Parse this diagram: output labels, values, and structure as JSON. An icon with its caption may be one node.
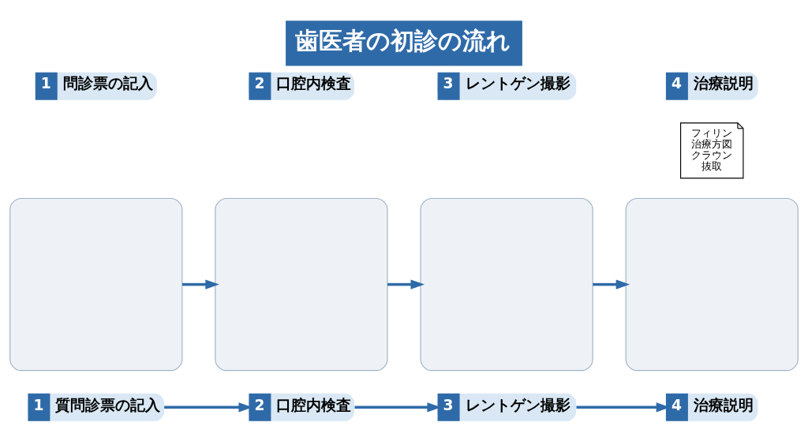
{
  "diagram": {
    "title": "歯医者の初診の流れ",
    "nodes": [
      {
        "text": [
          "1",
          "問診票の記入"
        ]
      },
      {
        "text": [
          "2",
          "口腔内検査"
        ]
      },
      {
        "text": [
          "3",
          "レントゲン撮影"
        ]
      },
      {
        "text": [
          "4",
          "治療説明"
        ]
      },
      {
        "text": [],
        "shape": "box"
      },
      {
        "text": [],
        "shape": "box"
      },
      {
        "text": [],
        "shape": "box"
      },
      {
        "text": [],
        "shape": "box"
      },
      {
        "text": [
          "フィリン",
          "治療方図",
          "クラウン",
          "抜取"
        ]
      },
      {
        "text": [
          "1",
          "質問診票の記入"
        ]
      },
      {
        "text": [
          "2",
          "口腔内検査"
        ]
      },
      {
        "text": [
          "3",
          "レントゲン撮影"
        ]
      },
      {
        "text": [
          "4",
          "治療説明"
        ]
      }
    ],
    "edges": [
      {
        "from": 4,
        "to": 5,
        "arrow": "to"
      },
      {
        "from": 5,
        "to": 6,
        "arrow": "to"
      },
      {
        "from": 6,
        "to": 7,
        "arrow": "to"
      },
      {
        "from": 9,
        "to": 10,
        "arrow": "to"
      },
      {
        "from": 10,
        "to": 11,
        "arrow": "to"
      },
      {
        "from": 11,
        "to": 12,
        "arrow": "to"
      }
    ]
  }
}
